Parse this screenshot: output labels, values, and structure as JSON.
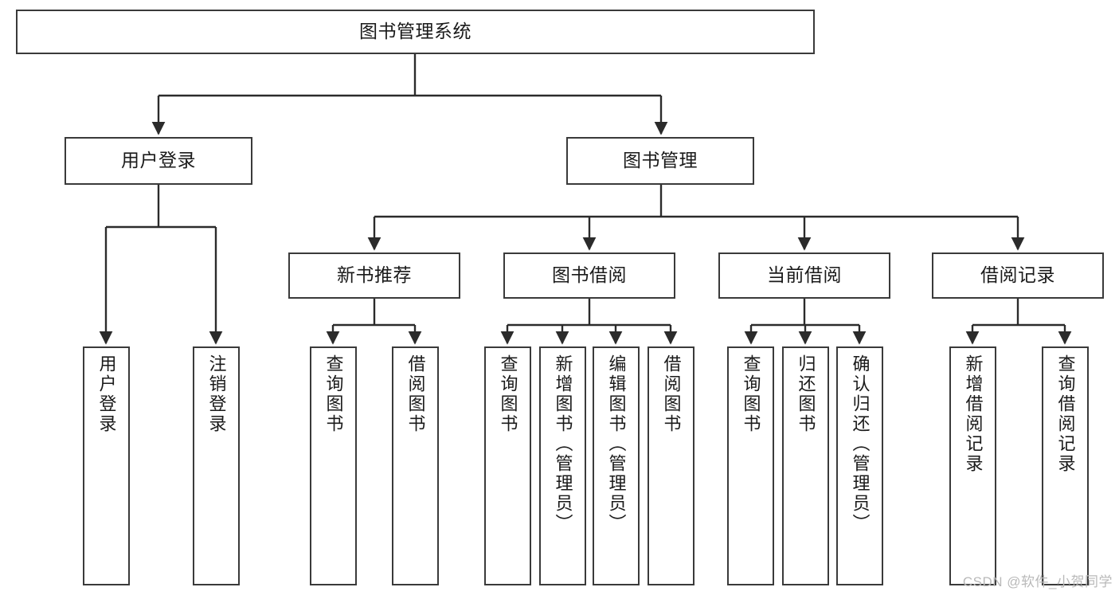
{
  "diagram": {
    "title": "图书管理系统",
    "watermark": "CSDN @软件_小贺同学",
    "colors": {
      "background": "#ffffff",
      "border": "#3a3a3a",
      "text": "#1a1a1a",
      "edge": "#2b2b2b",
      "watermark": "#b9b9b9"
    },
    "root": {
      "label": "图书管理系统"
    },
    "level2": [
      {
        "label": "用户登录"
      },
      {
        "label": "图书管理"
      }
    ],
    "level3": [
      {
        "label": "新书推荐"
      },
      {
        "label": "图书借阅"
      },
      {
        "label": "当前借阅"
      },
      {
        "label": "借阅记录"
      }
    ],
    "leaves": {
      "user_login": [
        {
          "label": "用户登录"
        },
        {
          "label": "注销登录"
        }
      ],
      "new_book_recommend": [
        {
          "label": "查询图书"
        },
        {
          "label": "借阅图书"
        }
      ],
      "book_borrow": [
        {
          "label": "查询图书"
        },
        {
          "label": "新增图书（管理员）"
        },
        {
          "label": "编辑图书（管理员）"
        },
        {
          "label": "借阅图书"
        }
      ],
      "current_borrow": [
        {
          "label": "查询图书"
        },
        {
          "label": "归还图书"
        },
        {
          "label": "确认归还（管理员）"
        }
      ],
      "borrow_record": [
        {
          "label": "新增借阅记录"
        },
        {
          "label": "查询借阅记录"
        }
      ]
    }
  }
}
